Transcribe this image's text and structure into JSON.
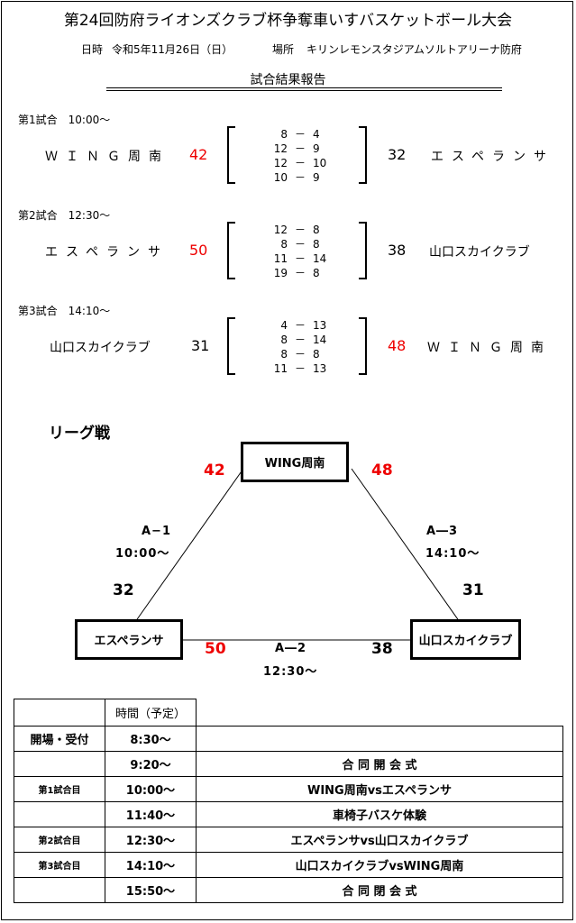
{
  "header": {
    "title": "第24回防府ライオンズクラブ杯争奪車いすバスケットボール大会",
    "date_label": "日時",
    "date_value": "令和5年11月26日（日）",
    "place_label": "場所",
    "place_value": "キリンレモンスタジアムソルトアリーナ防府",
    "report_title": "試合結果報告"
  },
  "games": [
    {
      "label": "第1試合　10:00～",
      "left_team": "ＷＩＮＧ周南",
      "left_score": "42",
      "right_score": "32",
      "right_team": "エスペランサ",
      "winner": "left",
      "quarters": [
        [
          "8",
          "－",
          "4"
        ],
        [
          "12",
          "－",
          "9"
        ],
        [
          "12",
          "－",
          "10"
        ],
        [
          "10",
          "－",
          "9"
        ]
      ]
    },
    {
      "label": "第2試合　12:30～",
      "left_team": "エスペランサ",
      "left_score": "50",
      "right_score": "38",
      "right_team": "山口スカイクラブ",
      "winner": "left",
      "quarters": [
        [
          "12",
          "－",
          "8"
        ],
        [
          "8",
          "－",
          "8"
        ],
        [
          "11",
          "－",
          "14"
        ],
        [
          "19",
          "－",
          "8"
        ]
      ]
    },
    {
      "label": "第3試合　14:10～",
      "left_team": "山口スカイクラブ",
      "left_score": "31",
      "right_score": "48",
      "right_team": "ＷＩＮＧ周南",
      "winner": "right",
      "quarters": [
        [
          "4",
          "－",
          "13"
        ],
        [
          "8",
          "－",
          "14"
        ],
        [
          "8",
          "－",
          "8"
        ],
        [
          "11",
          "－",
          "13"
        ]
      ]
    }
  ],
  "league": {
    "title": "リーグ戦",
    "top_team": "WING周南",
    "left_team": "エスペランサ",
    "right_team": "山口スカイクラブ",
    "a1_name": "A−1",
    "a1_time": "10:00～",
    "a3_name": "A―3",
    "a3_time": "14:10～",
    "a2_name": "A―2",
    "a2_time": "12:30～",
    "score_top_left": "42",
    "score_top_right": "48",
    "score_left_up": "32",
    "score_right_up": "31",
    "score_left_bottom": "50",
    "score_right_bottom": "38"
  },
  "schedule": {
    "header_time": "時間（予定）",
    "rows": [
      {
        "label": "開場・受付",
        "time": "8:30～",
        "event": ""
      },
      {
        "label": "",
        "time": "9:20～",
        "event": "合 同 開 会 式"
      },
      {
        "label": "第1試合目",
        "time": "10:00～",
        "event": "WING周南vsエスペランサ"
      },
      {
        "label": "",
        "time": "11:40～",
        "event": "車椅子バスケ体験"
      },
      {
        "label": "第2試合目",
        "time": "12:30～",
        "event": "エスペランサvs山口スカイクラブ"
      },
      {
        "label": "第3試合目",
        "time": "14:10～",
        "event": "山口スカイクラブvsWING周南"
      },
      {
        "label": "",
        "time": "15:50～",
        "event": "合 同 閉 会 式"
      }
    ]
  },
  "colors": {
    "winner": "#e00000",
    "text": "#000000"
  }
}
